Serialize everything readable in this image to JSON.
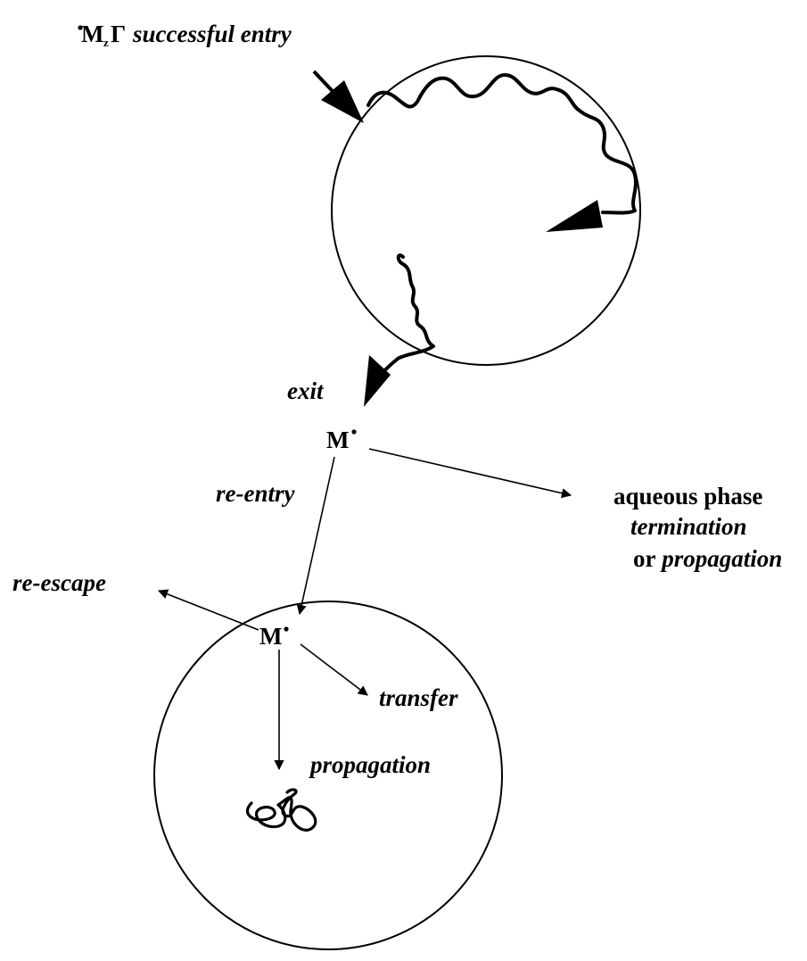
{
  "labels": {
    "entry_prefix": "M",
    "entry_sub": "z",
    "entry_gamma": "Γ",
    "entry_text": "successful entry",
    "exit": "exit",
    "radical": "M",
    "reentry": "re-entry",
    "aqueous_line1": "aqueous phase",
    "aqueous_line2": "termination",
    "aqueous_line3_or": "or",
    "aqueous_line3_prop": "propagation",
    "reescape": "re-escape",
    "radical_inside": "M",
    "transfer": "transfer",
    "propagation_inside": "propagation"
  }
}
